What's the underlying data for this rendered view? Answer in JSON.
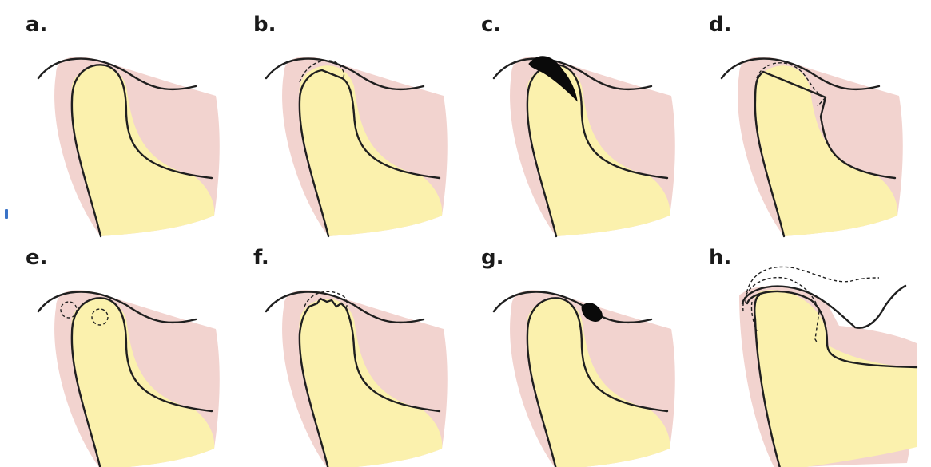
{
  "figure": {
    "panels": [
      {
        "id": "a",
        "label": "a."
      },
      {
        "id": "b",
        "label": "b."
      },
      {
        "id": "c",
        "label": "c."
      },
      {
        "id": "d",
        "label": "d."
      },
      {
        "id": "e",
        "label": "e."
      },
      {
        "id": "f",
        "label": "f."
      },
      {
        "id": "g",
        "label": "g."
      },
      {
        "id": "h",
        "label": "h."
      }
    ]
  },
  "colors": {
    "soft_tissue": "#f2d3cf",
    "bone": "#fbf1ad",
    "outline": "#1f1f1f",
    "lesion": "#0a0a0a"
  }
}
